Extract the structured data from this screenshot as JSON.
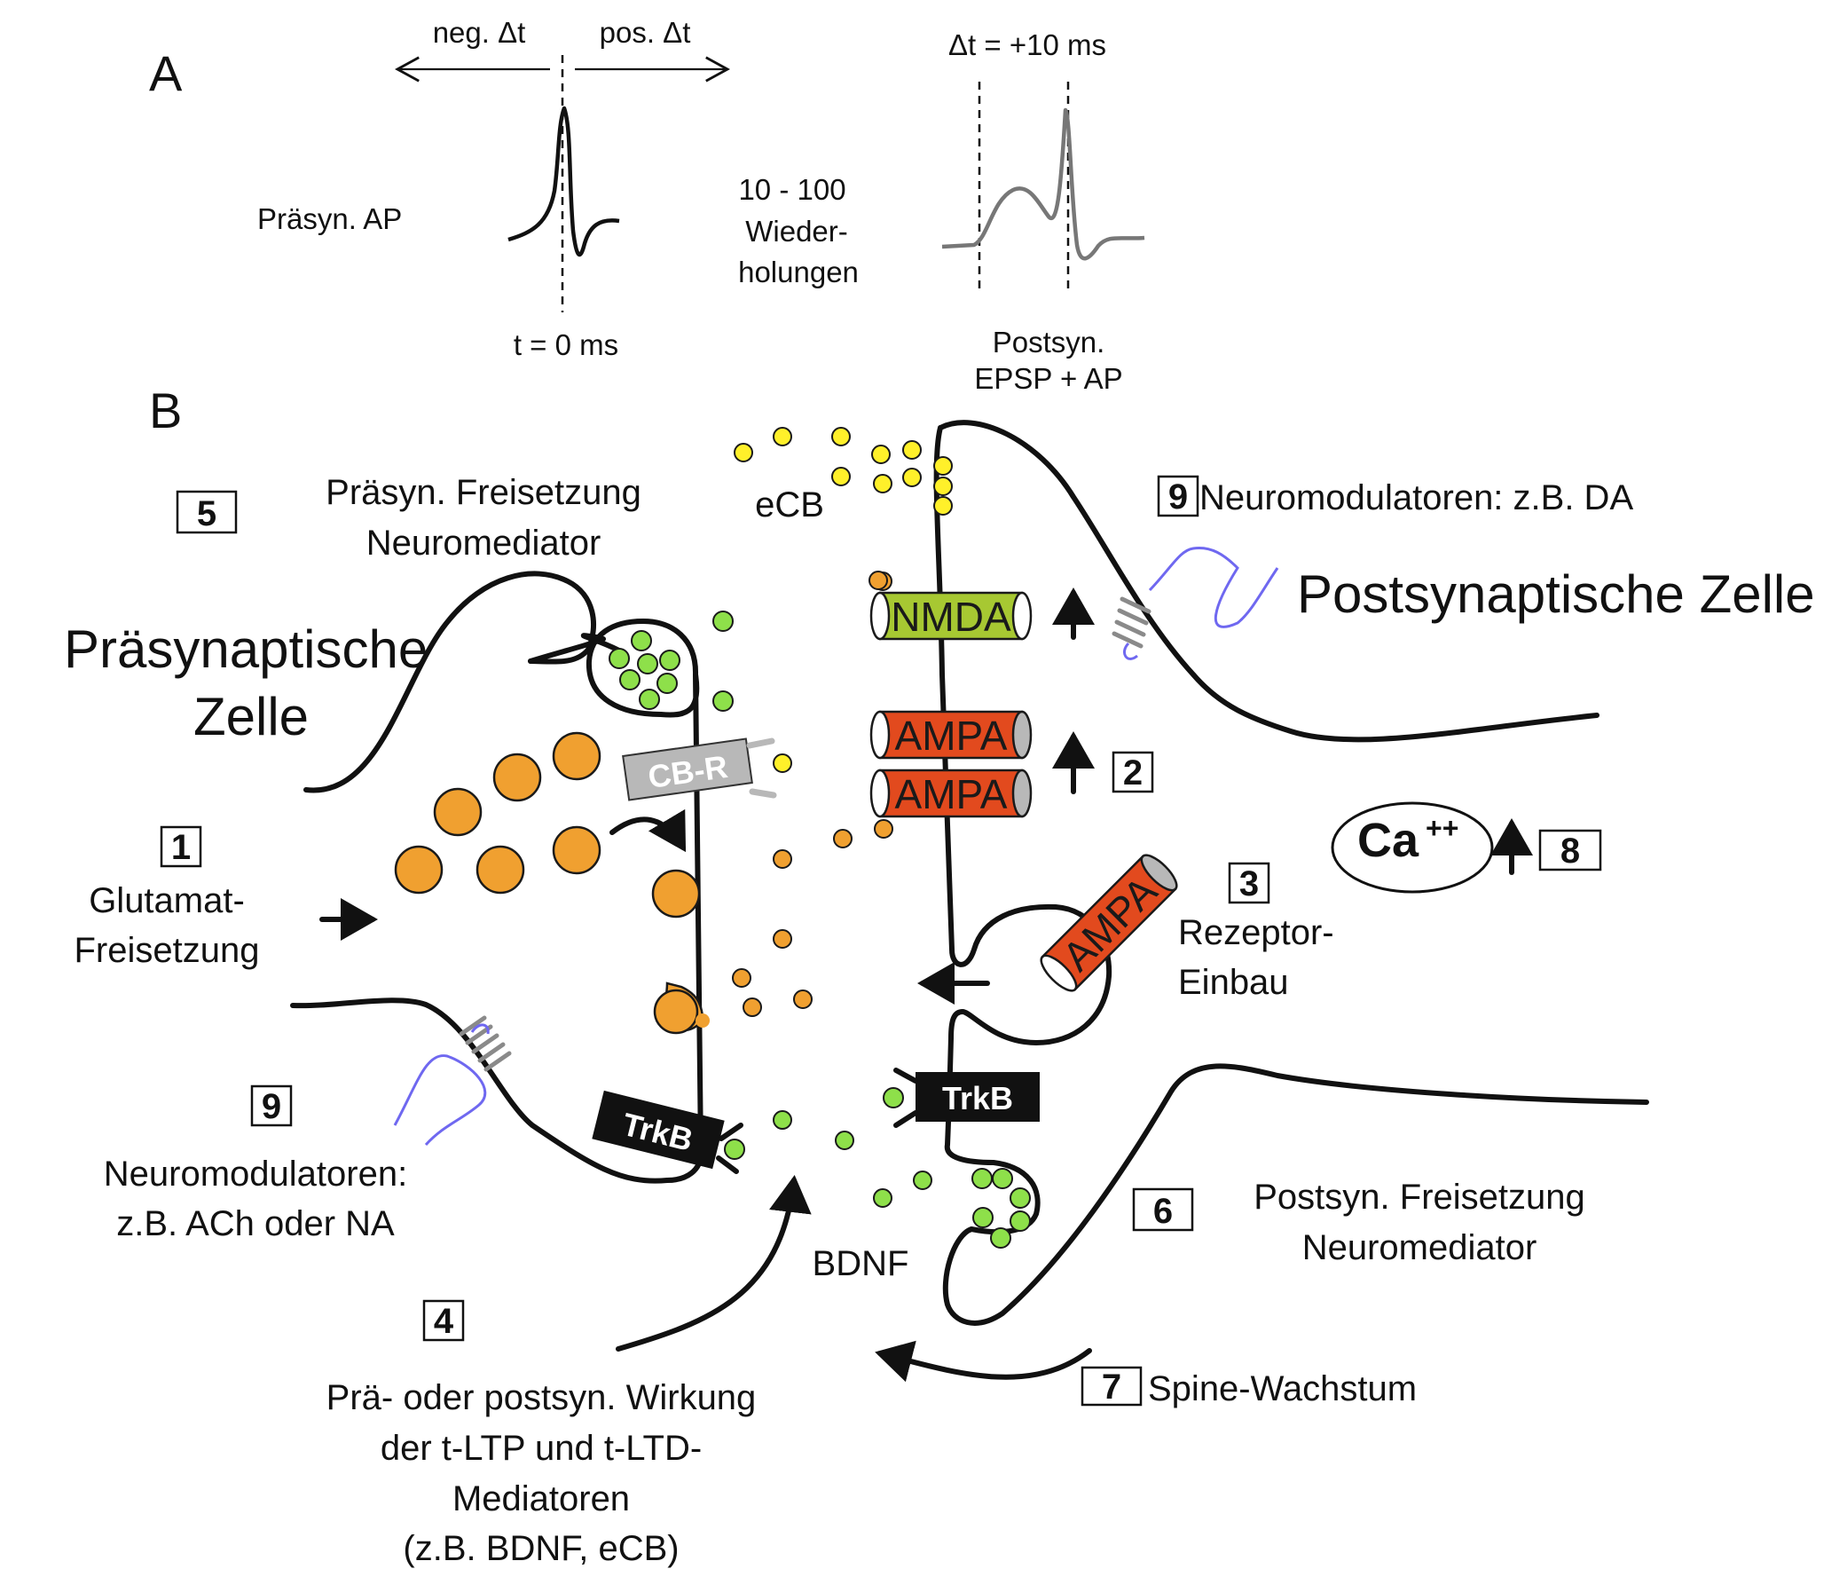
{
  "panel_a": {
    "label": "A",
    "neg_dt": "neg. Δt",
    "pos_dt": "pos. Δt",
    "presyn_ap": "Präsyn. AP",
    "t_zero": "t = 0 ms",
    "repetitions": [
      "10 - 100",
      "Wieder-",
      "holungen"
    ],
    "dt_value": "Δt = +10 ms",
    "postsyn": [
      "Postsyn.",
      "EPSP + AP"
    ]
  },
  "panel_b": {
    "label": "B",
    "presyn_cell": [
      "Präsynaptische",
      "Zelle"
    ],
    "postsyn_cell": "Postsynaptische Zelle",
    "ecb": "eCB",
    "bdnf": "BDNF",
    "receptors": {
      "nmda": "NMDA",
      "ampa": "AMPA",
      "cbr": "CB-R",
      "trkb": "TrkB"
    },
    "calcium": {
      "base": "Ca",
      "sup": "++"
    },
    "steps": [
      {
        "num": "1",
        "text": [
          "Glutamat-",
          "Freisetzung"
        ]
      },
      {
        "num": "2",
        "text": []
      },
      {
        "num": "3",
        "text": [
          "Rezeptor-",
          "Einbau"
        ]
      },
      {
        "num": "4",
        "text": [
          "Prä- oder postsyn. Wirkung",
          "der t-LTP und t-LTD-",
          "Mediatoren",
          "(z.B. BDNF, eCB)"
        ]
      },
      {
        "num": "5",
        "text": [
          "Präsyn. Freisetzung",
          "Neuromediator"
        ]
      },
      {
        "num": "6",
        "text": [
          "Postsyn. Freisetzung",
          "Neuromediator"
        ]
      },
      {
        "num": "7",
        "text": [
          "Spine-Wachstum"
        ]
      },
      {
        "num": "8",
        "text": []
      },
      {
        "num": "9",
        "text": [
          "Neuromodulatoren:",
          "z.B. ACh oder NA"
        ]
      },
      {
        "num": "9",
        "text": [
          "Neuromodulatoren: z.B. DA"
        ]
      }
    ]
  },
  "colors": {
    "glutamate": "#f0a030",
    "bdnf": "#8ee04a",
    "ecb": "#fff02a",
    "nmda": "#a7c832",
    "ampa": "#e24a1e",
    "cbr": "#b8b8b8",
    "trkb": "#111111",
    "modulator": "#6f68f0",
    "gpcr": "#8a8a8a"
  }
}
